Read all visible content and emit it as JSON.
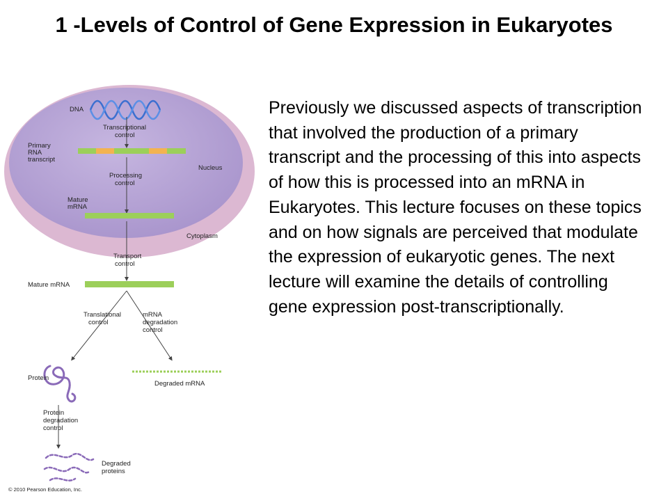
{
  "slide": {
    "title": "1 -Levels of Control of Gene Expression in Eukaryotes",
    "body": "Previously we discussed aspects of transcription that involved the production of a primary transcript and the processing of this into aspects of how this is processed into an mRNA in Eukaryotes.  This lecture focuses on these topics and  on how signals are perceived that modulate the expression of eukaryotic genes.  The next lecture will examine the details of controlling gene expression post-transcriptionally."
  },
  "diagram": {
    "labels": {
      "dna": "DNA",
      "transcriptional_control_1": "Transcriptional",
      "transcriptional_control_2": "control",
      "primary_rna_1": "Primary",
      "primary_rna_2": "RNA",
      "primary_rna_3": "transcript",
      "nucleus": "Nucleus",
      "processing_control_1": "Processing",
      "processing_control_2": "control",
      "mature_mrna_nuc_1": "Mature",
      "mature_mrna_nuc_2": "mRNA",
      "cytoplasm": "Cytoplasm",
      "transport_control_1": "Transport",
      "transport_control_2": "control",
      "mature_mrna_cyto": "Mature mRNA",
      "translational_control_1": "Translational",
      "translational_control_2": "control",
      "mrna_degradation_1": "mRNA",
      "mrna_degradation_2": "degradation",
      "mrna_degradation_3": "control",
      "protein": "Protein",
      "degraded_mrna": "Degraded mRNA",
      "protein_degradation_1": "Protein",
      "protein_degradation_2": "degradation",
      "protein_degradation_3": "control",
      "degraded_proteins_1": "Degraded",
      "degraded_proteins_2": "proteins",
      "copyright": "© 2010 Pearson Education, Inc."
    },
    "colors": {
      "nucleus_fill": "#b8a6d6",
      "cytoplasm_ring": "#d9b3cf",
      "dna_strand": "#3b6fd0",
      "rna_green": "#9ccf5a",
      "exon_orange": "#f3b350",
      "protein_purple": "#8a6ab8"
    }
  }
}
